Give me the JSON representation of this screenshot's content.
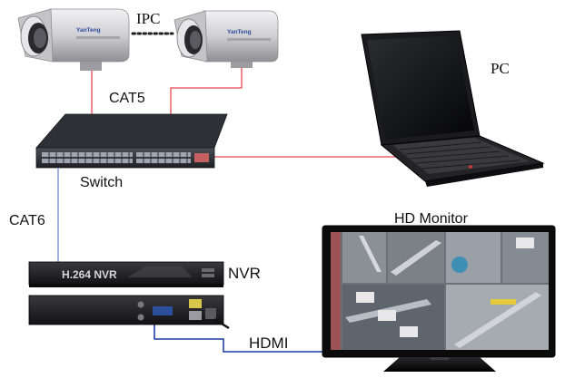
{
  "labels": {
    "ipc": "IPC",
    "pc": "PC",
    "cat5": "CAT5",
    "switch": "Switch",
    "cat6": "CAT6",
    "hd_monitor": "HD Monitor",
    "nvr": "NVR",
    "hdmi": "HDMI",
    "nvr_front_text": "H.264 NVR",
    "camera_brand": "YanTeng"
  },
  "colors": {
    "cat5_cable": "#e8474d",
    "cat6_cable": "#6f8fd0",
    "hdmi_cable": "#1f3fa8",
    "device_dark": "#1c1c1e",
    "camera_body": "#d9d9dc"
  }
}
